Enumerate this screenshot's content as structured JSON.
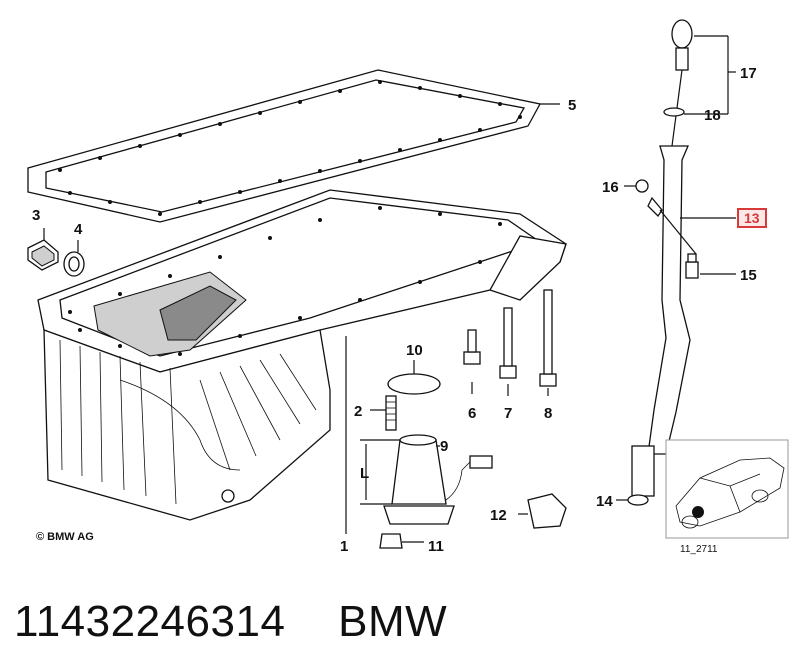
{
  "callouts": {
    "c1": "1",
    "c2": "2",
    "c3": "3",
    "c4": "4",
    "c5": "5",
    "c6": "6",
    "c7": "7",
    "c8": "8",
    "c9": "9",
    "c10": "10",
    "c11": "11",
    "c12": "12",
    "c13": "13",
    "c14": "14",
    "c15": "15",
    "c16": "16",
    "c17": "17",
    "c18": "18",
    "dimL": "L"
  },
  "copyright": "© BMW AG",
  "inset": {
    "ref_code": "11_2711"
  },
  "caption": {
    "part_number": "11432246314",
    "brand": "BMW"
  },
  "colors": {
    "highlight": "#d83a3a",
    "line": "#111111",
    "background": "#ffffff"
  }
}
